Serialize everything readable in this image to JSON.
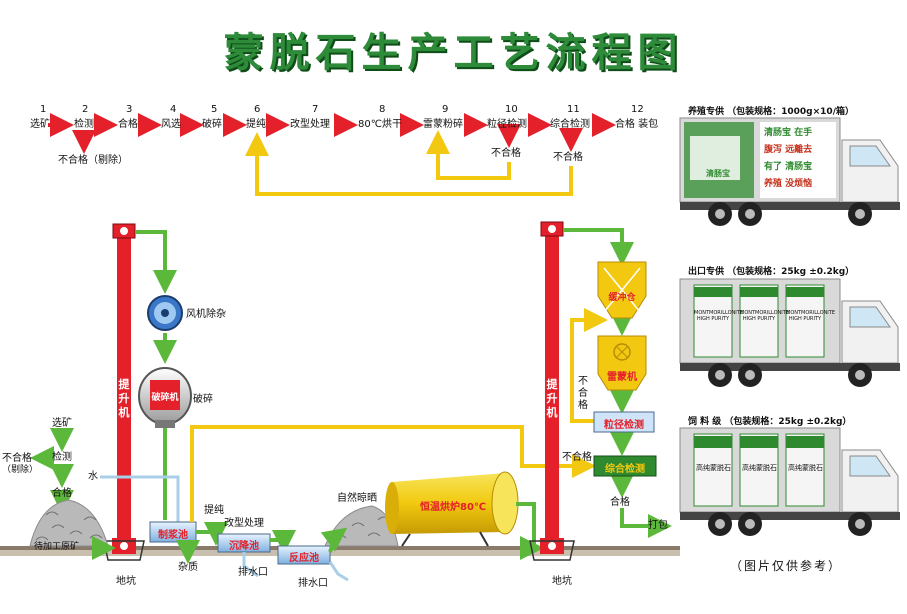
{
  "title": "蒙脱石生产工艺流程图",
  "steps": [
    {
      "num": "1",
      "label": "选矿"
    },
    {
      "num": "2",
      "label": "检测"
    },
    {
      "num": "3",
      "label": "合格"
    },
    {
      "num": "4",
      "label": "风选"
    },
    {
      "num": "5",
      "label": "破碎"
    },
    {
      "num": "6",
      "label": "提纯"
    },
    {
      "num": "7",
      "label": "改型处理"
    },
    {
      "num": "8",
      "label": "80℃烘干"
    },
    {
      "num": "9",
      "label": "雷蒙粉碎"
    },
    {
      "num": "10",
      "label": "粒径检测"
    },
    {
      "num": "11",
      "label": "综合检测"
    },
    {
      "num": "12",
      "label": "合格 装包"
    }
  ],
  "top_rejects": {
    "reject_removed": "不合格（剔除）",
    "reject_10": "不合格",
    "reject_11": "不合格"
  },
  "lower": {
    "elevator_left": "提升机",
    "elevator_right": "提升机",
    "fan": "风机除杂",
    "crusher_tag": "破碎机",
    "crusher_label": "破碎",
    "left_select": "选矿",
    "left_test": "检测",
    "left_pass": "合格",
    "left_reject": "不合格",
    "left_reject_sub": "（剔除）",
    "raw_pile": "待加工原矿",
    "pit_left": "地坑",
    "water": "水",
    "purify": "提纯",
    "slurry_tank": "制浆池",
    "impurity": "杂质",
    "modify": "改型处理",
    "settle_tank": "沉降池",
    "drain1": "排水口",
    "react_tank": "反应池",
    "drain2": "排水口",
    "sun_dry": "自然晾晒",
    "oven": "恒温烘炉80℃",
    "pit_right": "地坑",
    "buffer": "缓冲仓",
    "raymond": "雷蒙机",
    "reject_vertical": "不合格",
    "particle": "粒径检测",
    "reject_right": "不合格",
    "overall": "综合检测",
    "pass": "合格",
    "pack": "打包"
  },
  "trucks": [
    {
      "caption": "养殖专供 （包装规格：1000g×10/箱）",
      "brand": "清肠宝",
      "slogan": [
        "清肠宝 在手",
        "腹泻 远離去",
        "有了 清肠宝",
        "养殖 没烦恼"
      ]
    },
    {
      "caption": "出口专供 （包装规格：25kg ±0.2kg）",
      "bag_text": "MONTMORILLONITE HIGH PURITY"
    },
    {
      "caption": "饲 料 级 （包装规格：25kg ±0.2kg）",
      "bag_text": "高纯蒙脱石"
    }
  ],
  "note": "（图片仅供参考）",
  "colors": {
    "red": "#e4202a",
    "green": "#5cb83a",
    "yellow": "#f2c811",
    "title": "#2e8b3a"
  }
}
